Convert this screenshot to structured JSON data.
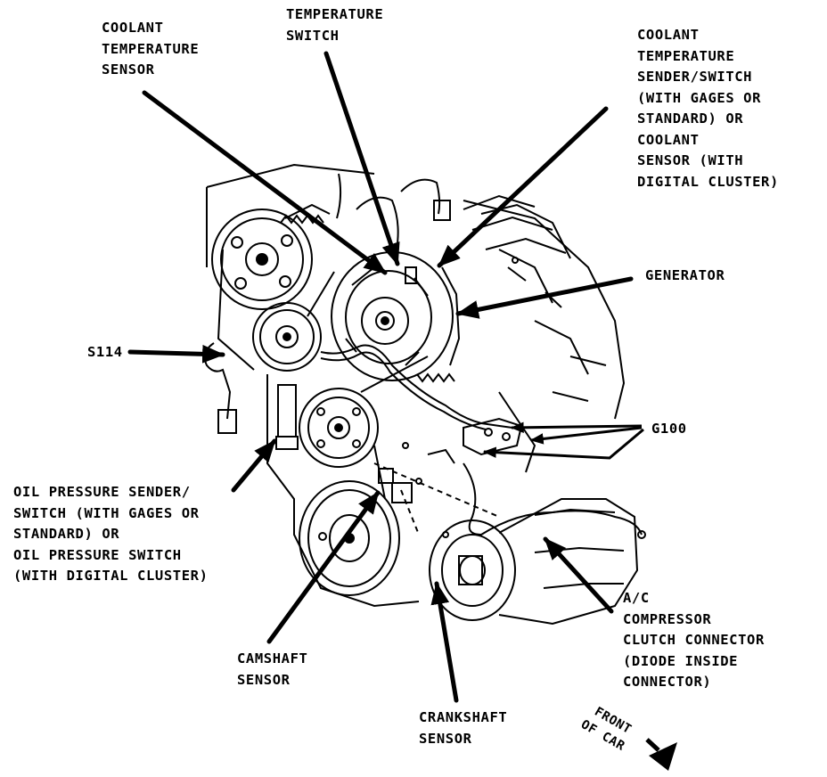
{
  "labels": {
    "coolant_temp_sensor": [
      "COOLANT",
      "TEMPERATURE",
      "SENSOR"
    ],
    "temperature_switch": [
      "TEMPERATURE",
      "SWITCH"
    ],
    "coolant_sender_switch": [
      "COOLANT",
      "TEMPERATURE",
      "SENDER/SWITCH",
      "(WITH GAGES OR",
      "STANDARD) OR",
      "COOLANT",
      "SENSOR (WITH",
      "DIGITAL CLUSTER)"
    ],
    "generator": [
      "GENERATOR"
    ],
    "s114": [
      "S114"
    ],
    "g100": [
      "G100"
    ],
    "oil_pressure": [
      "OIL PRESSURE SENDER/",
      "SWITCH (WITH GAGES OR",
      "STANDARD) OR",
      "OIL PRESSURE SWITCH",
      "(WITH DIGITAL CLUSTER)"
    ],
    "camshaft_sensor": [
      "CAMSHAFT",
      "SENSOR"
    ],
    "crankshaft_sensor": [
      "CRANKSHAFT",
      "SENSOR"
    ],
    "ac_compressor": [
      "A/C",
      "COMPRESSOR",
      "CLUTCH CONNECTOR",
      "(DIODE INSIDE",
      "CONNECTOR)"
    ],
    "front_of_car": [
      "FRONT",
      "OF CAR"
    ]
  },
  "colors": {
    "ink": "#000000",
    "paper": "#ffffff"
  }
}
